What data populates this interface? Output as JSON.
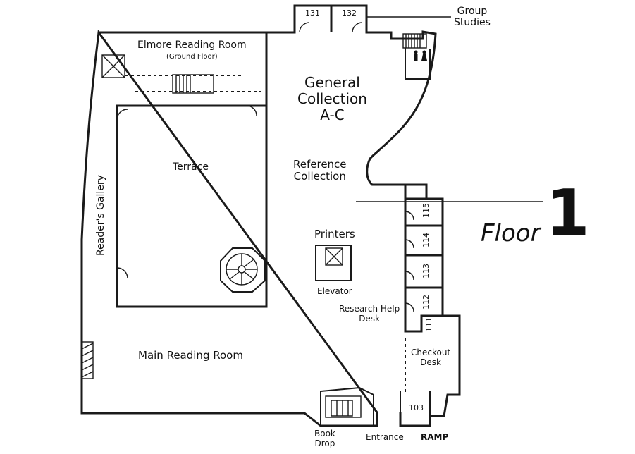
{
  "floor": {
    "word": "Floor",
    "number": "1"
  },
  "areas": {
    "elmore": {
      "title": "Elmore Reading Room",
      "sub": "(Ground Floor)"
    },
    "group_studies": {
      "line1": "Group",
      "line2": "Studies"
    },
    "general_collection": {
      "line1": "General",
      "line2": "Collection",
      "line3": "A-C"
    },
    "terrace": "Terrace",
    "reference_collection": {
      "line1": "Reference",
      "line2": "Collection"
    },
    "readers_gallery": "Reader's Gallery",
    "printers": "Printers",
    "elevator": "Elevator",
    "research_help": {
      "line1": "Research Help",
      "line2": "Desk"
    },
    "main_reading_room": "Main Reading Room",
    "checkout": {
      "line1": "Checkout",
      "line2": "Desk"
    },
    "book_drop": {
      "line1": "Book",
      "line2": "Drop"
    },
    "entrance": "Entrance",
    "ramp": "RAMP"
  },
  "rooms": {
    "r131": "131",
    "r132": "132",
    "r115": "115",
    "r114": "114",
    "r113": "113",
    "r112": "112",
    "r111": "111",
    "r103": "103"
  }
}
